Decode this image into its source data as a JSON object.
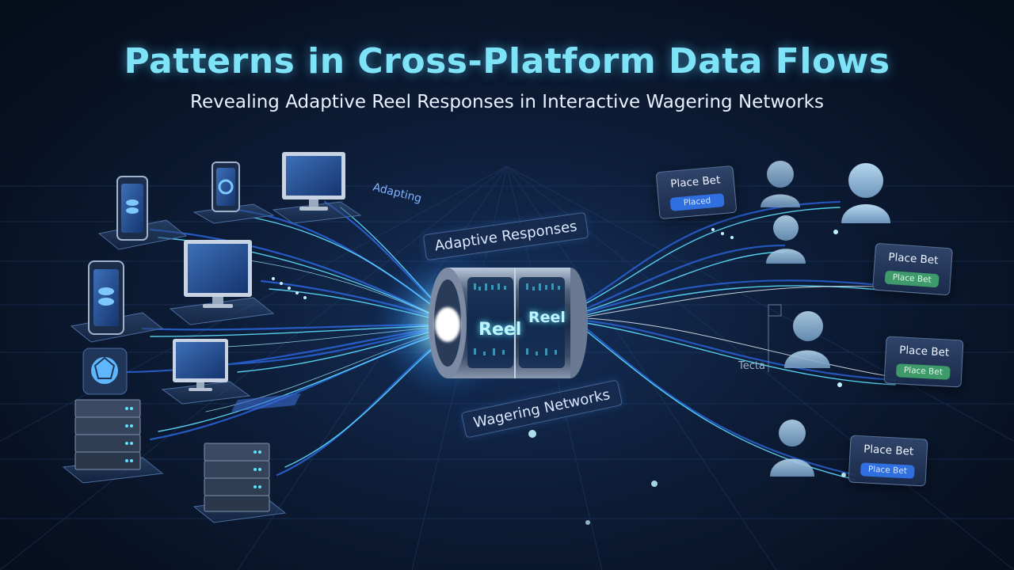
{
  "header": {
    "title": "Patterns in Cross-Platform Data Flows",
    "subtitle": "Revealing Adaptive Reel Responses in Interactive Wagering Networks"
  },
  "labels": {
    "adapting": "Adapting",
    "adaptive_responses": "Adaptive Responses",
    "wagering_networks": "Wagering Networks",
    "tecta": "Tecta"
  },
  "reel": {
    "left_label": "Reel",
    "right_label": "Reel"
  },
  "bet_cards": [
    {
      "title": "Place Bet",
      "button": "Placed",
      "button_style": "blue"
    },
    {
      "title": "Place Bet",
      "button": "Place Bet",
      "button_style": "green"
    },
    {
      "title": "Place Bet",
      "button": "Place Bet",
      "button_style": "green"
    },
    {
      "title": "Place Bet",
      "button": "Place Bet",
      "button_style": "blue"
    }
  ],
  "colors": {
    "title": "#7fe3f7",
    "flow_blue": "#3f7dff",
    "flow_cyan": "#5fe0ff",
    "button_blue": "#2f6fe0",
    "button_green": "#3f9a6a"
  },
  "icons": [
    "smartphone-icon",
    "tablet-icon",
    "monitor-icon",
    "server-rack-icon",
    "app-icon",
    "user-icon",
    "reel-cylinder-icon"
  ]
}
